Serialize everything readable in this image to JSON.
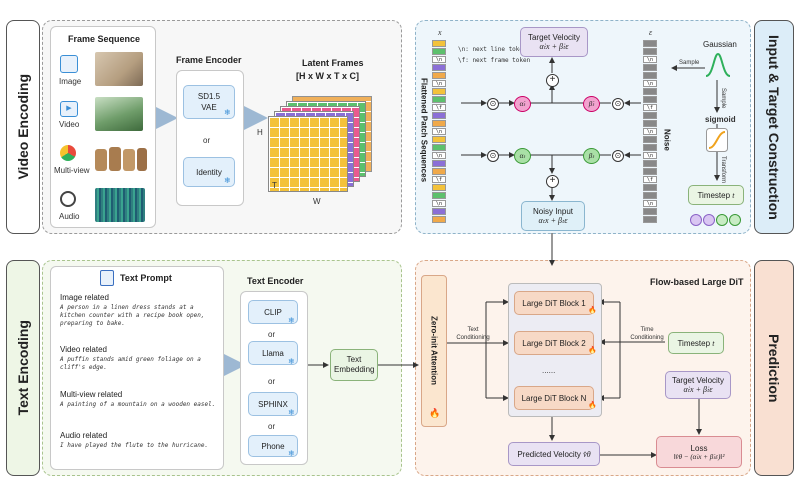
{
  "sides": {
    "video_encoding": "Video Encoding",
    "input_target": "Input & Target Construction",
    "text_encoding": "Text Encoding",
    "prediction": "Prediction"
  },
  "video": {
    "frame_sequence_title": "Frame Sequence",
    "modalities": [
      "Image",
      "Video",
      "Multi-view",
      "Audio"
    ],
    "frame_encoder_title": "Frame Encoder",
    "encoder_vae": "SD1.5 VAE",
    "encoder_or": "or",
    "encoder_identity": "Identity",
    "latent_title": "Latent Frames",
    "latent_dims": "[H x W x T x C]",
    "axis_h": "H",
    "axis_t": "T",
    "axis_w": "W"
  },
  "input": {
    "x_label": "x",
    "eps_label": "ε",
    "flattened_label": "Flattened Patch Sequences",
    "legend_n": "\\n: next line token",
    "legend_f": "\\f: next frame token",
    "target_velocity_title": "Target Velocity",
    "target_velocity_formula": "α̇ₜx + β̇ₜε",
    "alpha_dot": "α̇ₜ",
    "beta_dot": "β̇ₜ",
    "alpha": "αₜ",
    "beta": "βₜ",
    "noisy_input_title": "Noisy Input",
    "noisy_input_formula": "αₜx + βₜε",
    "noise_label": "Noise",
    "gaussian": "Gaussian",
    "sample": "Sample",
    "sample2": "Sample",
    "sigmoid": "sigmoid",
    "transform": "Transform",
    "timestep": "Timestep",
    "timestep_t": "t",
    "pad_tokens": [
      "\\n",
      "\\f"
    ]
  },
  "text": {
    "prompt_title": "Text Prompt",
    "items": [
      {
        "heading": "Image related",
        "text": "A person in a linen dress stands at a kitchen counter with a recipe book open, preparing to bake."
      },
      {
        "heading": "Video related",
        "text": "A puffin stands amid green foliage on a cliff's edge."
      },
      {
        "heading": "Multi-view related",
        "text": "A painting of a mountain on a wooden easel."
      },
      {
        "heading": "Audio related",
        "text": "I have played the flute to the hurricane."
      }
    ],
    "encoder_title": "Text Encoder",
    "encoders": [
      "CLIP",
      "Llama",
      "SPHINX",
      "Phone"
    ],
    "or": "or",
    "embedding": "Text Embedding"
  },
  "prediction": {
    "zero_init": "Zero-init Attention",
    "text_conditioning": "Text Conditioning",
    "dit_title": "Flow-based Large DiT",
    "blocks": [
      "Large DiT Block 1",
      "Large DiT Block 2",
      "......",
      "Large DiT Block N"
    ],
    "time_conditioning": "Time Conditioning",
    "timestep": "Timestep",
    "timestep_t": "t",
    "target_velocity_title": "Target Velocity",
    "target_velocity_formula": "α̇ₜx + β̇ₜε",
    "predicted_velocity": "Predicted Velocity",
    "predicted_symbol": "v̂θ",
    "loss_title": "Loss",
    "loss_formula": "‖v̂θ − (α̇ₜx + β̇ₜε)‖²"
  },
  "colors": {
    "accent_orange": "#f07a1e",
    "snow_blue": "#3a8fd6",
    "video_bg": "#f6f6f6",
    "input_bg": "#eef6fb",
    "text_bg": "#f4f9ee",
    "pred_bg": "#fdf1ea",
    "dit_block": "#f7d9c6",
    "target_box": "#e9e2f3",
    "loss_box": "#f8d8da"
  }
}
